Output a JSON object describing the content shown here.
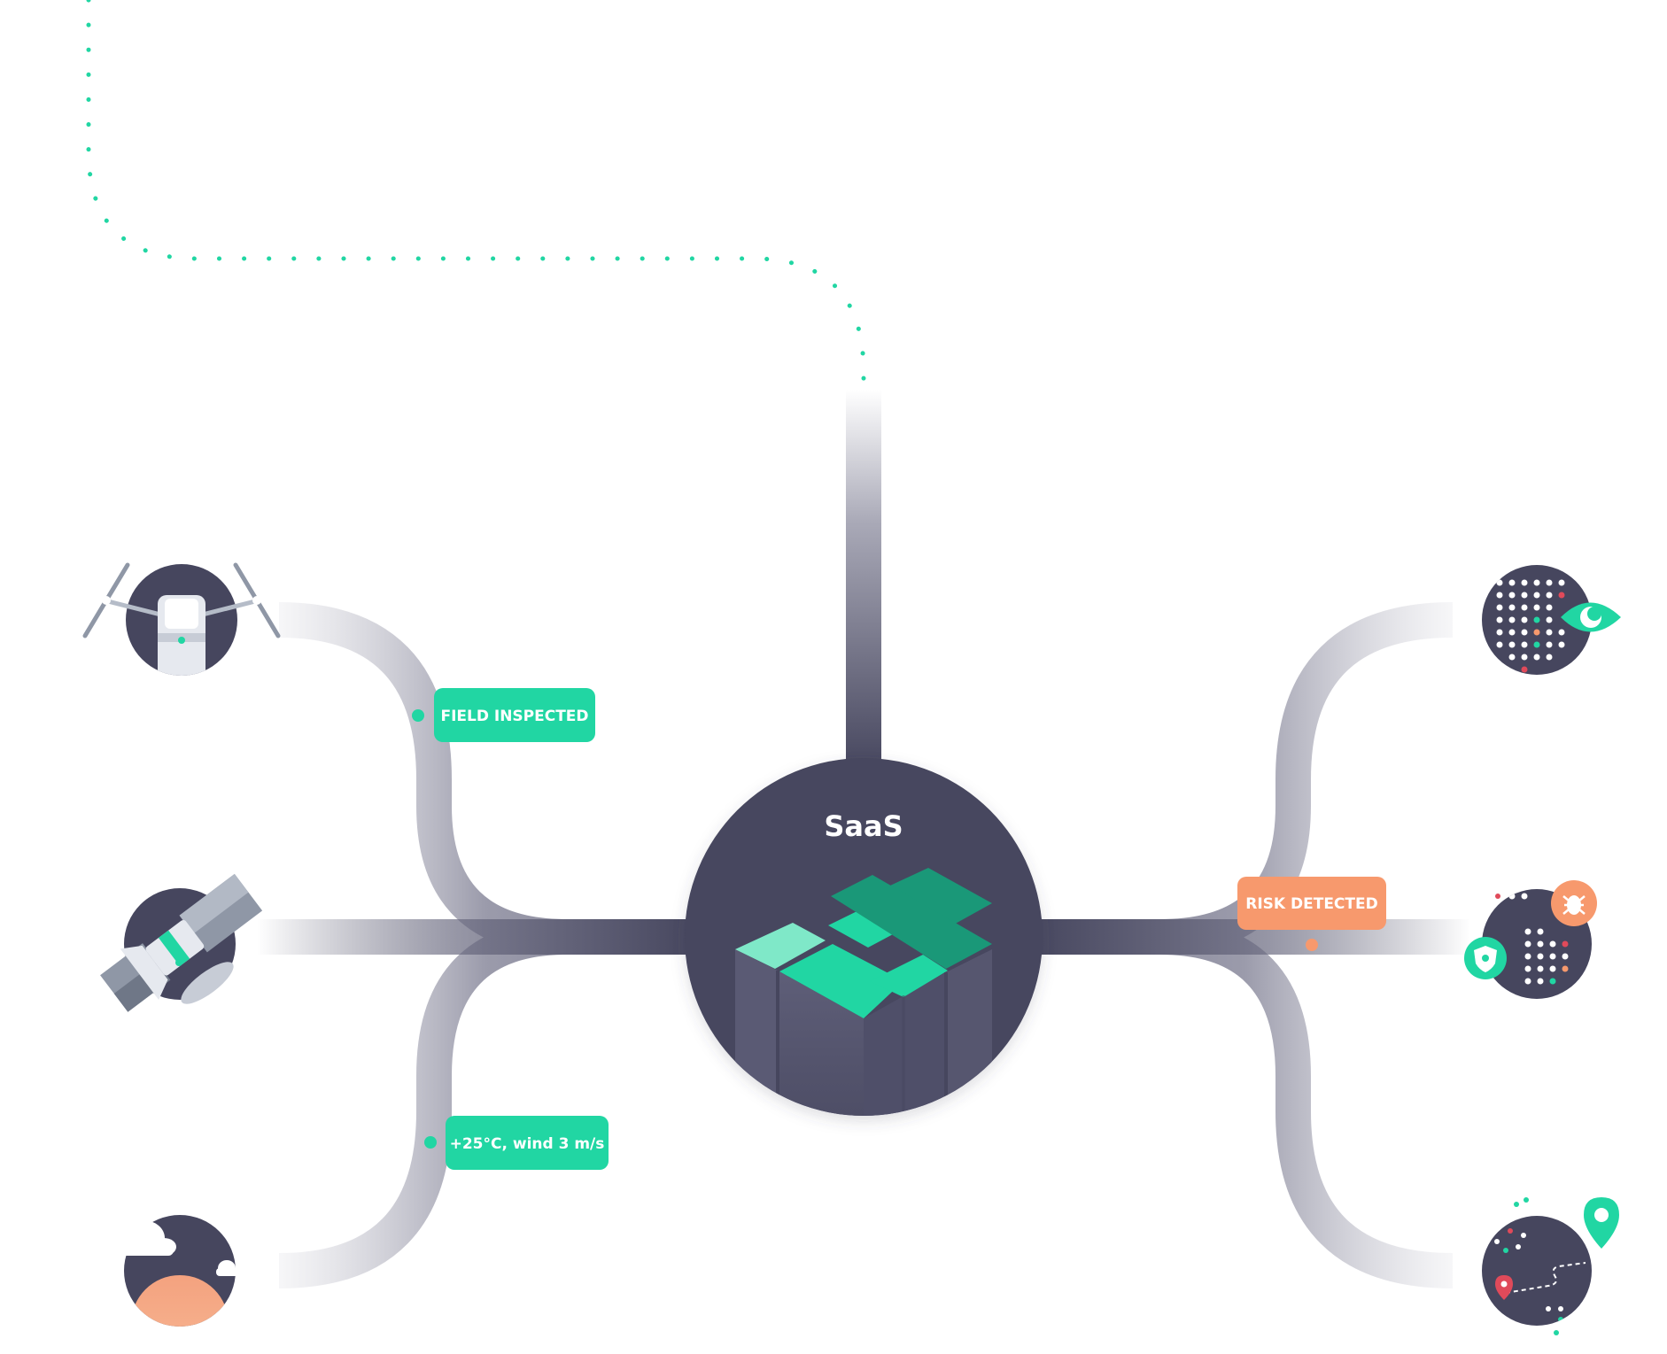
{
  "hub": {
    "title": "SaaS"
  },
  "tags": {
    "field_inspected": "FIELD INSPECTED",
    "risk_detected": "RISK DETECTED",
    "weather": "+25°C, wind 3 m/s"
  },
  "sources": [
    "drone-icon",
    "satellite-icon",
    "weather-icon"
  ],
  "outputs": [
    "monitoring-eye-icon",
    "pest-risk-icon",
    "route-map-icon"
  ],
  "colors": {
    "teal": "#21d6a3",
    "dark_navy": "#46465e",
    "orange": "#f7996d",
    "gray_line": "#8f8f9f",
    "red_dot": "#e04a5a",
    "sun": "#f4a27f"
  }
}
